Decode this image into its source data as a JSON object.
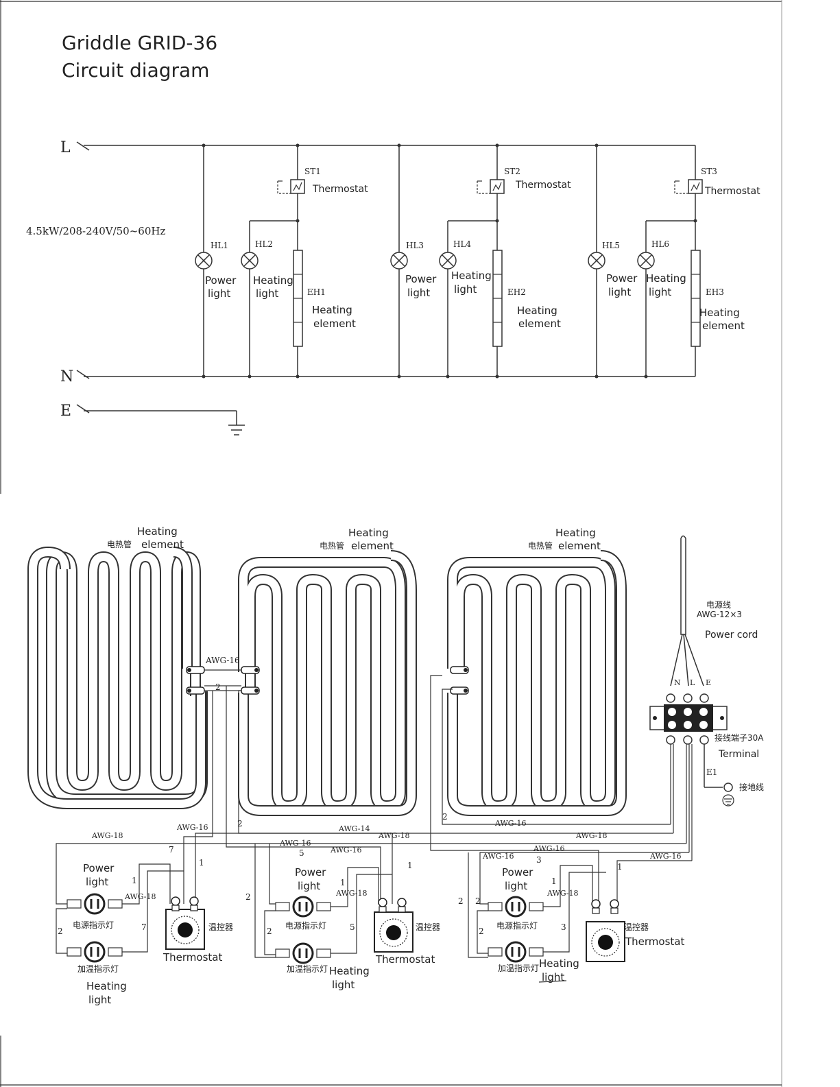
{
  "title": {
    "line1": "Griddle GRID-36",
    "line2": "Circuit diagram"
  },
  "rating": "4.5kW/208-240V/50~60Hz",
  "rails": {
    "L": "L",
    "N": "N",
    "E": "E"
  },
  "circuit_sections": [
    {
      "power_id": "HL1",
      "power_label": [
        "Power",
        "light"
      ],
      "heat_id": "HL2",
      "heat_label": [
        "Heating",
        "light"
      ],
      "thermostat_id": "ST1",
      "thermostat_label": "Thermostat",
      "element_id": "EH1",
      "element_label": [
        "Heating",
        "element"
      ]
    },
    {
      "power_id": "HL3",
      "power_label": [
        "Power",
        "light"
      ],
      "heat_id": "HL4",
      "heat_label": [
        "Heating",
        "light"
      ],
      "thermostat_id": "ST2",
      "thermostat_label": "Thermostat",
      "element_id": "EH2",
      "element_label": [
        "Heating",
        "element"
      ]
    },
    {
      "power_id": "HL5",
      "power_label": [
        "Power",
        "light"
      ],
      "heat_id": "HL6",
      "heat_label": [
        "Heating",
        "light"
      ],
      "thermostat_id": "ST3",
      "thermostat_label": "Thermostat",
      "element_id": "EH3",
      "element_label": [
        "Heating",
        "element"
      ]
    }
  ],
  "heating_elements": [
    {
      "zh": "电热管",
      "en": [
        "Heating",
        "element"
      ]
    },
    {
      "zh": "电热管",
      "en": [
        "Heating",
        "element"
      ]
    },
    {
      "zh": "电热管",
      "en": [
        "Heating",
        "element"
      ]
    }
  ],
  "power_cord": {
    "zh": "电源线",
    "spec": "AWG-12×3",
    "en": "Power cord",
    "leads": [
      "N",
      "L",
      "E"
    ]
  },
  "terminal": {
    "zh": "接线端子30A",
    "en": "Terminal"
  },
  "ground": {
    "id": "E1",
    "zh": "接地线"
  },
  "control_groups": [
    {
      "power_zh": "电源指示灯",
      "power_en": [
        "Power",
        "light"
      ],
      "heat_zh": "加温指示灯",
      "heat_en": [
        "Heating",
        "light"
      ],
      "thermo_zh": "温控器",
      "thermo_en": "Thermostat"
    },
    {
      "power_zh": "电源指示灯",
      "power_en": [
        "Power",
        "light"
      ],
      "heat_zh": "加温指示灯",
      "heat_en": [
        "Heating",
        "light"
      ],
      "thermo_zh": "温控器",
      "thermo_en": "Thermostat"
    },
    {
      "power_zh": "电源指示灯",
      "power_en": [
        "Power",
        "light"
      ],
      "heat_zh": "加温指示灯",
      "heat_en": [
        "Heating",
        "light"
      ],
      "thermo_zh": "温控器",
      "thermo_en": "Thermostat"
    }
  ],
  "wire_labels": {
    "awg16": "AWG-16",
    "awg18": "AWG-18",
    "awg14": "AWG-14"
  },
  "wire_numbers": {
    "n1": "1",
    "n2": "2",
    "n3": "3",
    "n5": "5",
    "n7": "7"
  }
}
